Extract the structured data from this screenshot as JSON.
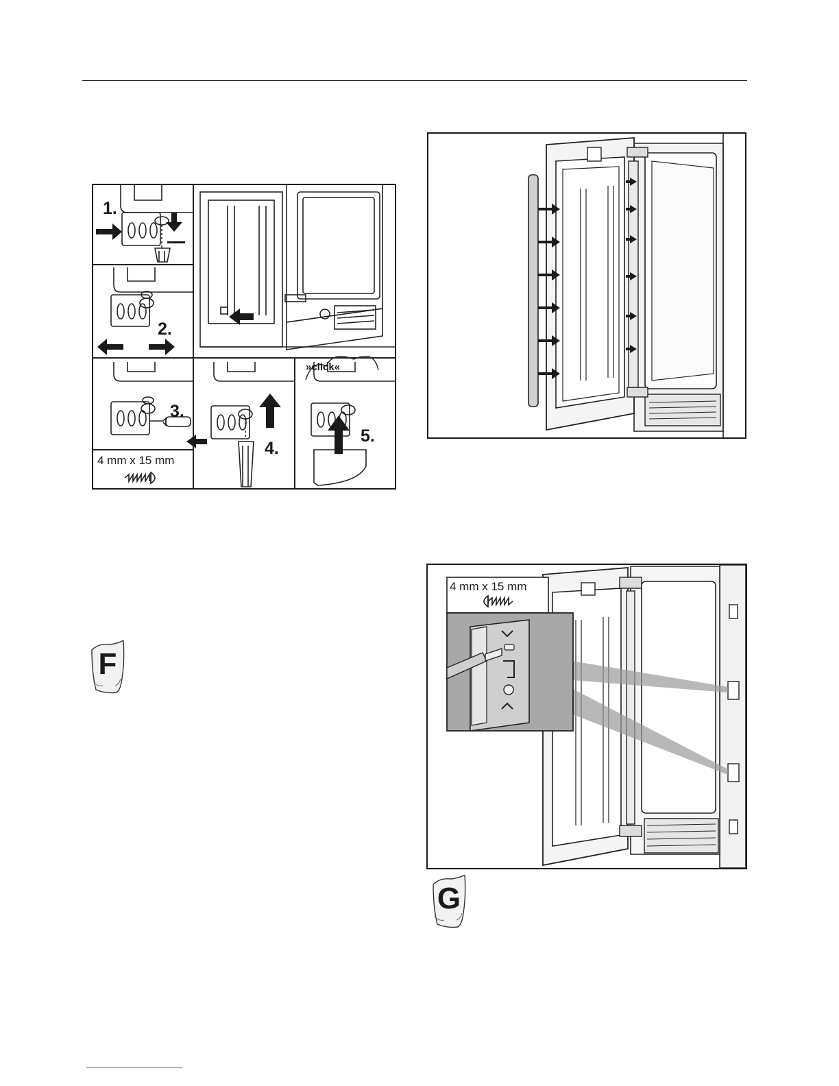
{
  "hinge_figure": {
    "steps": [
      "1.",
      "2.",
      "3.",
      "4.",
      "5."
    ],
    "click_text": "»click«",
    "screw_size": "4 mm x 15 mm"
  },
  "rail_figure": {
    "screw_size": "4 mm x 15 mm"
  },
  "bag_f": {
    "letter": "F"
  },
  "bag_g": {
    "letter": "G"
  },
  "icons": [
    "arrow-icon",
    "screw-icon",
    "screwdriver-icon",
    "hardware-bag-icon"
  ]
}
